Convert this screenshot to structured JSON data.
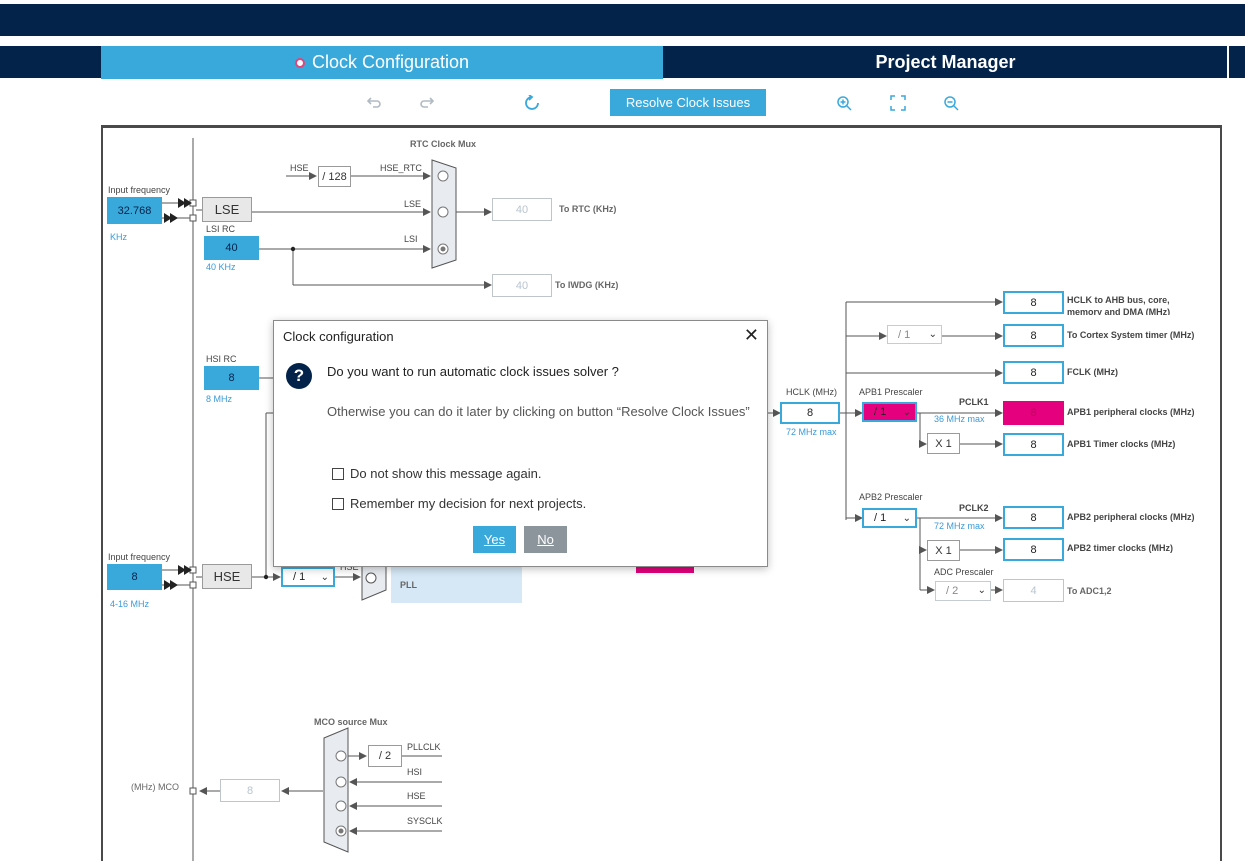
{
  "tabs": {
    "clock_configuration": "Clock Configuration",
    "project_manager": "Project Manager"
  },
  "toolbar": {
    "undo_icon": "undo-icon",
    "redo_icon": "redo-icon",
    "refresh_icon": "refresh-icon",
    "resolve_label": "Resolve Clock Issues",
    "zoom_in_icon": "zoom-in-icon",
    "fit_icon": "fit-screen-icon",
    "zoom_out_icon": "zoom-out-icon"
  },
  "diagram": {
    "rtc_mux_title": "RTC Clock Mux",
    "hse_label": "HSE",
    "div128": "/ 128",
    "hse_rtc": "HSE_RTC",
    "lse_wire": "LSE",
    "lsi_wire": "LSI",
    "rtc_value": "40",
    "rtc_label": "To RTC (KHz)",
    "iwdg_value": "40",
    "iwdg_label": "To IWDG (KHz)",
    "input_freq_lse": "Input frequency",
    "lse_value": "32.768",
    "lse_unit": "KHz",
    "lse_box": "LSE",
    "lsi_rc_label": "LSI RC",
    "lsi_value": "40",
    "lsi_unit": "40 KHz",
    "hsi_rc_label": "HSI RC",
    "hsi_value": "8",
    "hsi_unit": "8 MHz",
    "input_freq_hse": "Input frequency",
    "hse_value": "8",
    "hse_range": "4-16 MHz",
    "hse_box": "HSE",
    "hse_prediv": "/ 1",
    "hse_pll_label": "HSE",
    "pll_label": "PLL",
    "hclk_label": "HCLK (MHz)",
    "hclk_value": "8",
    "hclk_max": "72 MHz max",
    "apb1_prescaler_label": "APB1 Prescaler",
    "apb1_prescaler": "/ 1",
    "pclk1_label": "PCLK1",
    "pclk1_max": "36 MHz max",
    "apb2_prescaler_label": "APB2 Prescaler",
    "apb2_prescaler": "/ 1",
    "pclk2_label": "PCLK2",
    "pclk2_max": "72 MHz max",
    "cortex_prescaler": "/ 1",
    "x1_apb1": "X 1",
    "x1_apb2": "X 1",
    "adc_prescaler_label": "ADC Prescaler",
    "adc_prescaler": "/ 2",
    "outputs": [
      {
        "value": "8",
        "label": "HCLK to AHB bus, core,",
        "label2": "memory and DMA (MHz)"
      },
      {
        "value": "8",
        "label": "To Cortex System timer (MHz)"
      },
      {
        "value": "8",
        "label": "FCLK (MHz)"
      },
      {
        "value": "8",
        "label": "APB1 peripheral clocks (MHz)"
      },
      {
        "value": "8",
        "label": "APB1 Timer clocks (MHz)"
      },
      {
        "value": "8",
        "label": "APB2 peripheral clocks (MHz)"
      },
      {
        "value": "8",
        "label": "APB2 timer clocks (MHz)"
      },
      {
        "value": "4",
        "label": "To ADC1,2"
      }
    ],
    "mco_mux_title": "MCO source Mux",
    "mco_div": "/ 2",
    "mco_pllclk": "PLLCLK",
    "mco_hsi": "HSI",
    "mco_hse": "HSE",
    "mco_sysclk": "SYSCLK",
    "mco_value": "8",
    "mco_label": "(MHz) MCO"
  },
  "dialog": {
    "title": "Clock configuration",
    "question": "Do you want to run automatic clock issues solver ?",
    "subtext": "Otherwise you can do it later by clicking on button “Resolve Clock Issues”",
    "checkbox1": "Do not show this message again.",
    "checkbox2": "Remember my decision for next projects.",
    "yes": "Yes",
    "no": "No",
    "close_icon": "close-icon",
    "question_icon": "question-icon"
  },
  "colors": {
    "navy": "#03234b",
    "accent": "#39a9dc",
    "error": "#e5007d"
  }
}
